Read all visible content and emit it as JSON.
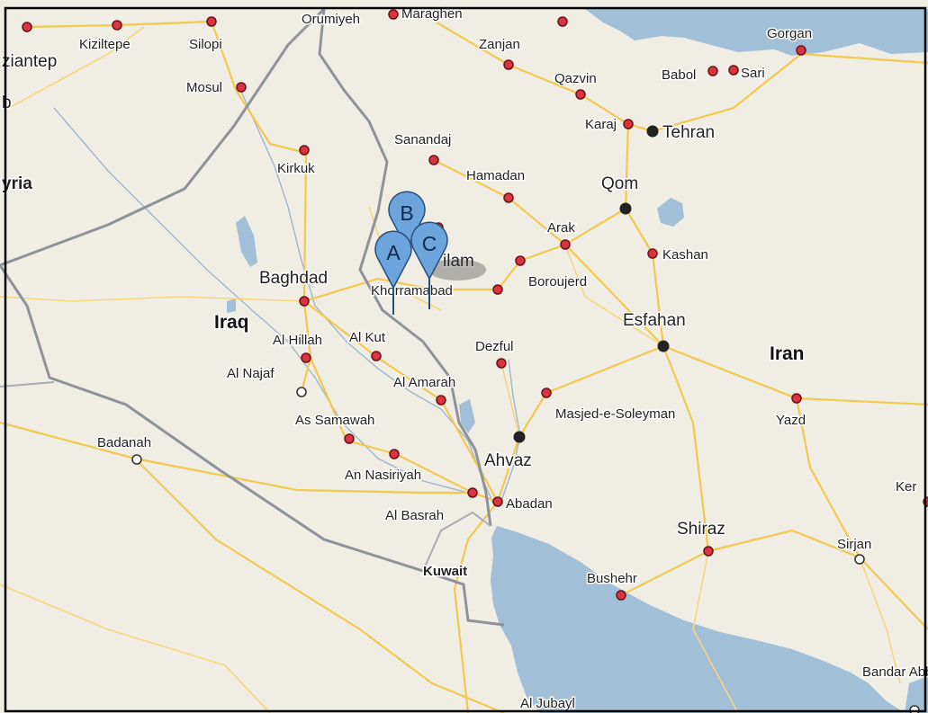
{
  "map": {
    "countries": [
      "Iraq",
      "Iran",
      "Kuwait"
    ],
    "edge_labels": [
      "ziantep",
      "yria",
      "b",
      "Ker"
    ],
    "top_cut_labels": [
      "Maraghen"
    ],
    "cities": [
      {
        "name": "Kiziltepe"
      },
      {
        "name": "Silopi"
      },
      {
        "name": "Orumiyeh"
      },
      {
        "name": "Zanjan"
      },
      {
        "name": "Gorgan"
      },
      {
        "name": "Qazvin"
      },
      {
        "name": "Babol"
      },
      {
        "name": "Sari"
      },
      {
        "name": "Mosul"
      },
      {
        "name": "Karaj"
      },
      {
        "name": "Tehran"
      },
      {
        "name": "Sanandaj"
      },
      {
        "name": "Kirkuk"
      },
      {
        "name": "Hamadan"
      },
      {
        "name": "Qom"
      },
      {
        "name": "Arak"
      },
      {
        "name": "Kashan"
      },
      {
        "name": "Boroujerd"
      },
      {
        "name": "Baghdad"
      },
      {
        "name": "Khorramabad"
      },
      {
        "name": "Esfahan"
      },
      {
        "name": "Al Hillah"
      },
      {
        "name": "Al Kut"
      },
      {
        "name": "Dezful"
      },
      {
        "name": "Al Najaf"
      },
      {
        "name": "Al Amarah"
      },
      {
        "name": "Masjed-e-Soleyman"
      },
      {
        "name": "Yazd"
      },
      {
        "name": "As Samawah"
      },
      {
        "name": "Badanah"
      },
      {
        "name": "Ahvaz"
      },
      {
        "name": "An Nasiriyah"
      },
      {
        "name": "Abadan"
      },
      {
        "name": "Al Basrah"
      },
      {
        "name": "Shiraz"
      },
      {
        "name": "Sirjan"
      },
      {
        "name": "Bushehr"
      },
      {
        "name": "Bandar Abbas"
      },
      {
        "name": "Al Jubayl"
      },
      {
        "name": "ilam"
      }
    ],
    "markers": [
      {
        "letter": "A",
        "color": "#6ea4dc"
      },
      {
        "letter": "B",
        "color": "#6ea4dc"
      },
      {
        "letter": "C",
        "color": "#6ea4dc"
      }
    ]
  }
}
